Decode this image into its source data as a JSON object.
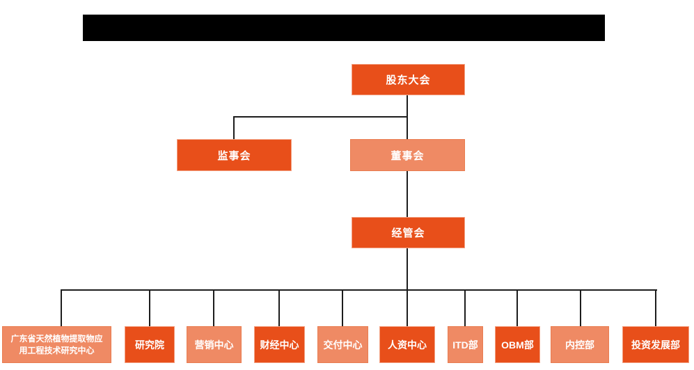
{
  "title_bar": {
    "text": ""
  },
  "org": {
    "root": {
      "label": "股东大会",
      "variant": "primary"
    },
    "level2": [
      {
        "label": "监事会",
        "variant": "primary"
      },
      {
        "label": "董事会",
        "variant": "secondary"
      }
    ],
    "level3": {
      "label": "经管会",
      "variant": "primary"
    },
    "departments": [
      {
        "label": "广东省天然植物提取物应\n用工程技术研究中心",
        "variant": "secondary"
      },
      {
        "label": "研究院",
        "variant": "primary"
      },
      {
        "label": "营销中心",
        "variant": "secondary"
      },
      {
        "label": "财经中心",
        "variant": "primary"
      },
      {
        "label": "交付中心",
        "variant": "secondary"
      },
      {
        "label": "人资中心",
        "variant": "primary"
      },
      {
        "label": "ITD部",
        "variant": "secondary"
      },
      {
        "label": "OBM部",
        "variant": "primary"
      },
      {
        "label": "内控部",
        "variant": "secondary"
      },
      {
        "label": "投资发展部",
        "variant": "primary"
      }
    ]
  },
  "colors": {
    "node_primary": "#e84f1a",
    "node_secondary": "#ef8a64",
    "connector": "#1c1c1c",
    "title_bar": "#000000",
    "node_text": "#ffffff",
    "background": "#ffffff"
  }
}
